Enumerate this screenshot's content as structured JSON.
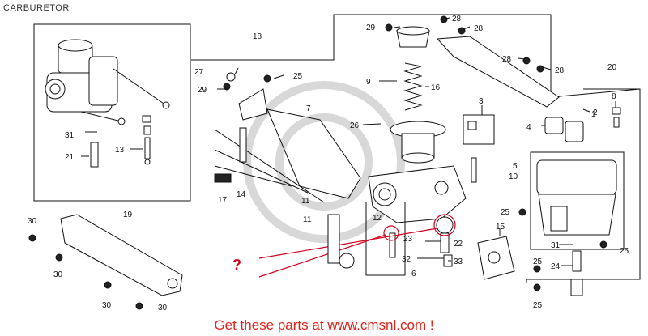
{
  "title": "CARBURETOR",
  "question_mark": "?",
  "footer": "Get these parts at www.cmsnl.com !",
  "accent_color": "#e3231b",
  "callouts": [
    "1",
    "2",
    "3",
    "4",
    "5",
    "6",
    "7",
    "8",
    "9",
    "10",
    "11",
    "12",
    "13",
    "14",
    "15",
    "16",
    "17",
    "18",
    "19",
    "20",
    "21",
    "22",
    "23",
    "24",
    "25",
    "26",
    "27",
    "28",
    "29",
    "30",
    "31",
    "32",
    "33"
  ]
}
